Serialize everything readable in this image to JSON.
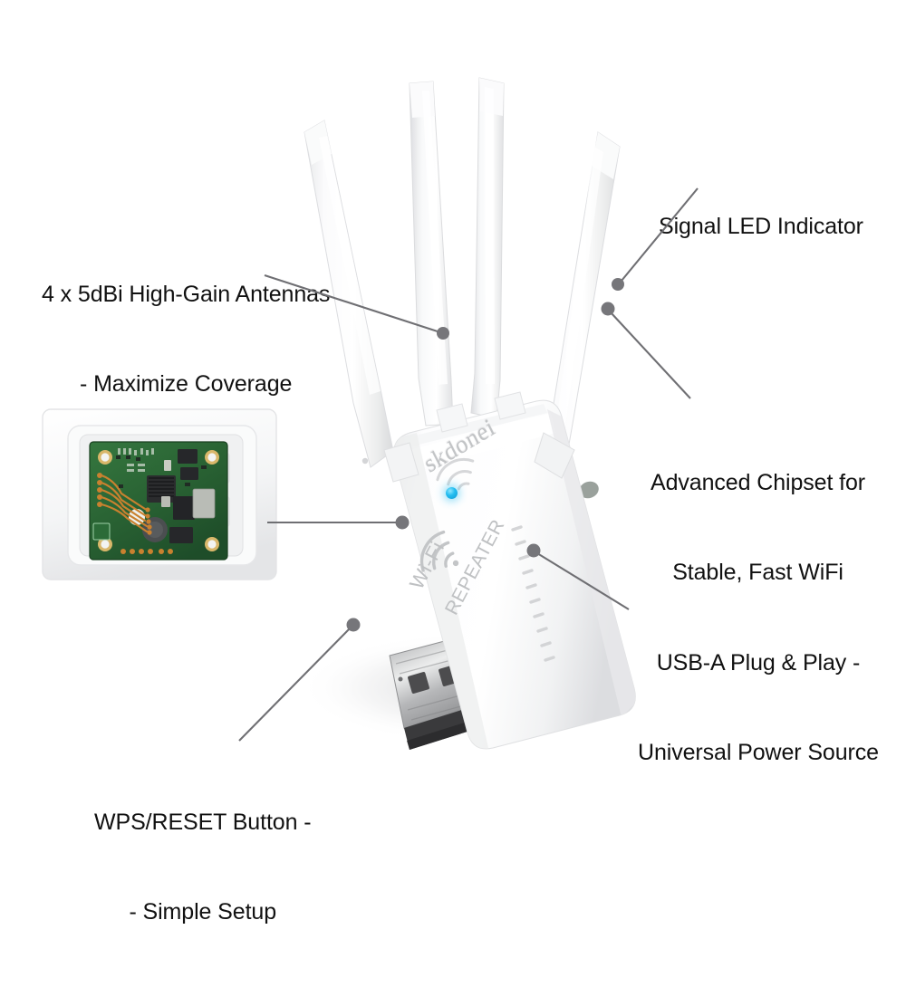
{
  "product": {
    "brand": "skdonei",
    "device_label_line1": "Wi-Fi",
    "device_label_line2": "REPEATER",
    "led_color": "#23bdf0",
    "body_color": "#ffffff",
    "antenna_count": 4
  },
  "background_color": "#ffffff",
  "line_color": "#6f6f73",
  "dot_color": "#76767a",
  "text_color": "#111111",
  "callouts": [
    {
      "id": "antennas",
      "line1": "4 x 5dBi High-Gain Antennas",
      "line2": "- Maximize Coverage"
    },
    {
      "id": "signal-led",
      "line1": "Signal LED Indicator",
      "line2": ""
    },
    {
      "id": "chipset",
      "line1": "Advanced Chipset for",
      "line2": "Stable, Fast WiFi"
    },
    {
      "id": "usb",
      "line1": "USB-A Plug & Play -",
      "line2": "Universal Power Source"
    },
    {
      "id": "wps",
      "line1": "WPS/RESET Button -",
      "line2": "- Simple Setup"
    }
  ],
  "inset": {
    "name": "internal-pcb-photo",
    "board_color": "#2c6b38",
    "frame_color": "#f2f3f4"
  }
}
